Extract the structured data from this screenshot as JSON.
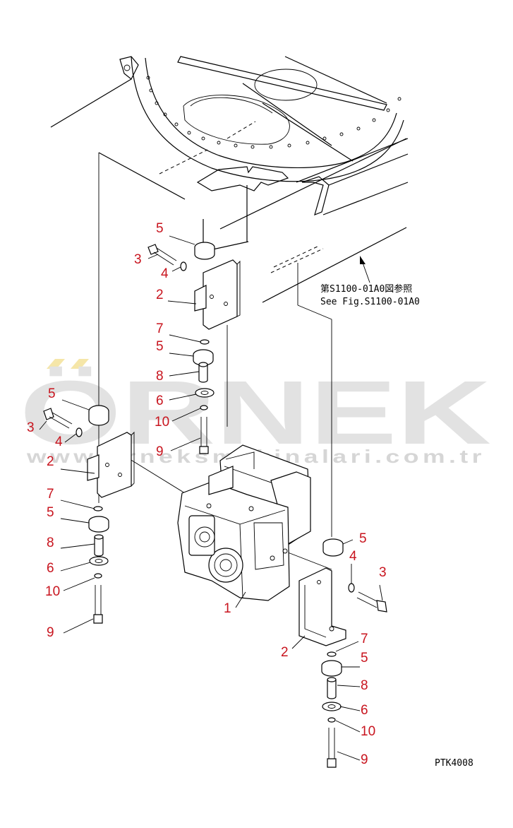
{
  "watermark": {
    "brand": "ÖRNEK",
    "url": "www.orneksmakinalari.com.tr",
    "accent_color": "#f5e6a8"
  },
  "reference": {
    "line1": "第S1100-01A0図参照",
    "line2": "See Fig.S1100-01A0"
  },
  "figure_code": "PTK4008",
  "callouts": {
    "c1": "1",
    "c2": "2",
    "c3": "3",
    "c4": "4",
    "c5": "5",
    "c6": "6",
    "c7": "7",
    "c8": "8",
    "c9": "9",
    "c10": "10"
  },
  "colors": {
    "callout": "#c8141e",
    "line": "#000000"
  }
}
